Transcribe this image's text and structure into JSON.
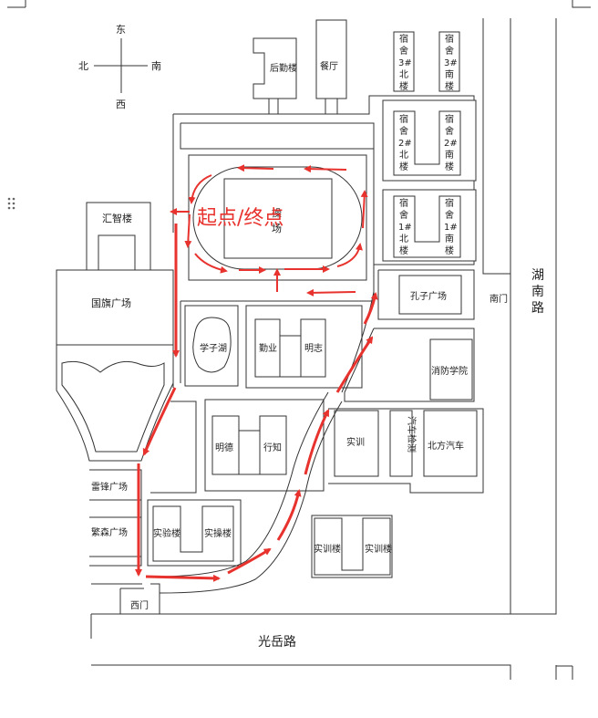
{
  "compass": {
    "east": "东",
    "west": "西",
    "north": "北",
    "south": "南"
  },
  "start_label": "起点/终点",
  "buildings": {
    "logistics": "后勤楼",
    "canteen": "餐厅",
    "huizhi": "汇智楼",
    "flag_square": "国旗广场",
    "field_top": "操",
    "field_bottom": "场",
    "xuezi_lake": "学子湖",
    "qinye": "勤业",
    "mingzhi": "明志",
    "mingde": "明德",
    "xingzhi": "行知",
    "leifeng_square": "雷锋广场",
    "fansen_square": "繁森广场",
    "lab": "实验楼",
    "practice": "实操楼",
    "training": "实训",
    "training_left": "实训楼",
    "training_right": "实训楼",
    "confucius_square": "孔子广场",
    "fire_academy": "消防学院",
    "beifang_auto": "北方汽车",
    "auto_testing": "汽车检测",
    "south_gate": "南门",
    "west_gate": "西门"
  },
  "dorms": {
    "d3n": [
      "宿",
      "舍",
      "3#",
      "北",
      "楼"
    ],
    "d3s": [
      "宿",
      "舍",
      "3#",
      "南",
      "楼"
    ],
    "d2n": [
      "宿",
      "舍",
      "2#",
      "北",
      "楼"
    ],
    "d2s": [
      "宿",
      "舍",
      "2#",
      "南",
      "楼"
    ],
    "d1n": [
      "宿",
      "舍",
      "1#",
      "北",
      "楼"
    ],
    "d1s": [
      "宿",
      "舍",
      "1#",
      "南",
      "楼"
    ]
  },
  "roads": {
    "hunan": [
      "湖",
      "南",
      "路"
    ],
    "guangyue": "光岳路"
  },
  "colors": {
    "route": "#e8322d",
    "line": "#333333"
  }
}
